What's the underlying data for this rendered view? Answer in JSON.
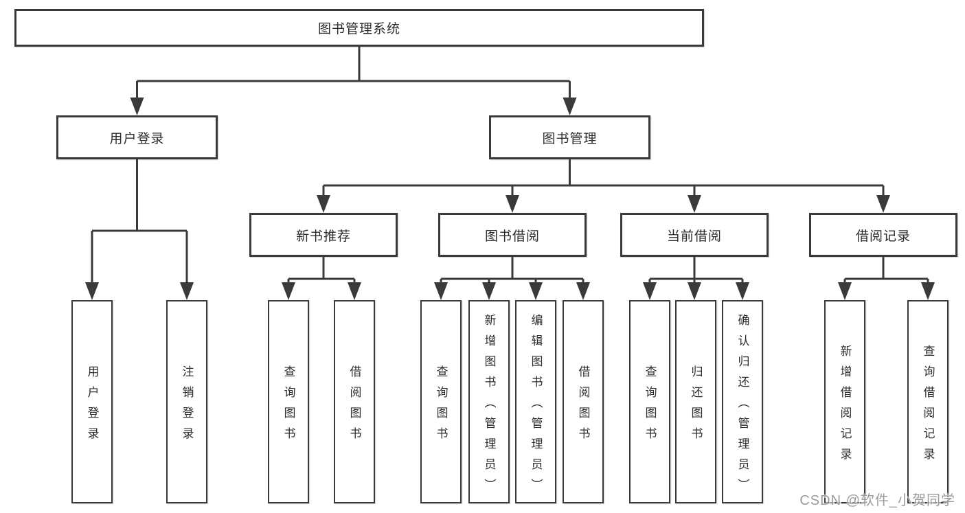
{
  "diagram": {
    "root": {
      "label": "图书管理系统",
      "children": [
        {
          "label": "用户登录",
          "children": [
            {
              "label": "用户登录"
            },
            {
              "label": "注销登录"
            }
          ]
        },
        {
          "label": "图书管理",
          "children": [
            {
              "label": "新书推荐",
              "children": [
                {
                  "label": "查询图书"
                },
                {
                  "label": "借阅图书"
                }
              ]
            },
            {
              "label": "图书借阅",
              "children": [
                {
                  "label": "查询图书"
                },
                {
                  "label": "新增图书（管理员）"
                },
                {
                  "label": "编辑图书（管理员）"
                },
                {
                  "label": "借阅图书"
                }
              ]
            },
            {
              "label": "当前借阅",
              "children": [
                {
                  "label": "查询图书"
                },
                {
                  "label": "归还图书"
                },
                {
                  "label": "确认归还（管理员）"
                }
              ]
            },
            {
              "label": "借阅记录",
              "children": [
                {
                  "label": "新增借阅记录"
                },
                {
                  "label": "查询借阅记录"
                }
              ]
            }
          ]
        }
      ]
    },
    "watermark": "CSDN @软件_小贺同学"
  },
  "colors": {
    "line": "#3a3a3a",
    "box_border": "#3a3a3a",
    "text": "#2d2d2d",
    "watermark": "#9b9b9b"
  }
}
